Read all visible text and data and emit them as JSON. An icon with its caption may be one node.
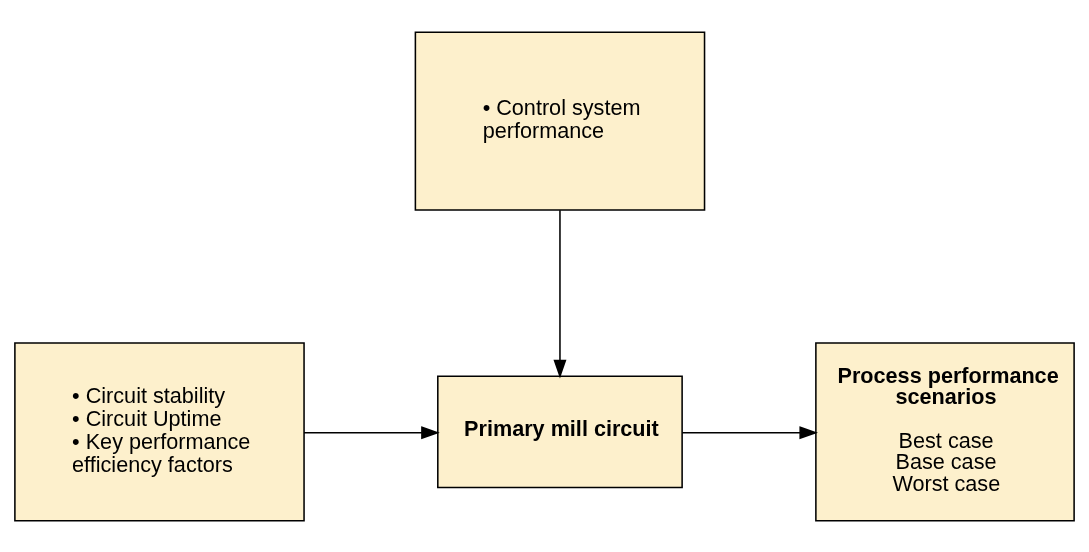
{
  "diagram": {
    "nodes": [
      {
        "text": [
          "• Control system performance"
        ]
      },
      {
        "text": [
          "• Circuit stability",
          "• Circuit Uptime",
          "• Key performance efficiency factors"
        ]
      },
      {
        "text": [
          "Primary mill circuit"
        ]
      },
      {
        "text": [
          "Process performance scenarios",
          "Best case",
          "Base case",
          "Worst case"
        ]
      }
    ],
    "edges": [
      {
        "from": 0,
        "to": 2,
        "arrow": "to"
      },
      {
        "from": 1,
        "to": 2,
        "arrow": "to"
      },
      {
        "from": 2,
        "to": 3,
        "arrow": "to"
      }
    ]
  }
}
